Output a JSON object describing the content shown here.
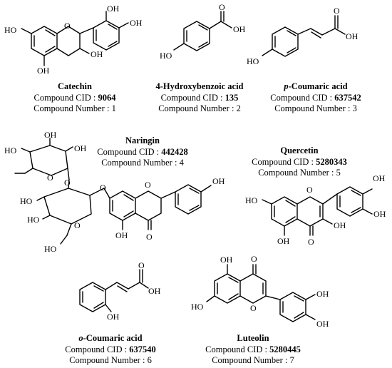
{
  "labels": {
    "cid_prefix": "Compound CID : ",
    "number_prefix": "Compound Number : "
  },
  "compounds": [
    {
      "name_prefix": "",
      "name": "Catechin",
      "cid": "9064",
      "number": "1"
    },
    {
      "name_prefix": "",
      "name": "4-Hydroxybenzoic acid",
      "cid": "135",
      "number": "2"
    },
    {
      "name_prefix": "p",
      "name": "-Coumaric acid",
      "cid": "637542",
      "number": "3"
    },
    {
      "name_prefix": "",
      "name": "Naringin",
      "cid": "442428",
      "number": "4"
    },
    {
      "name_prefix": "",
      "name": "Quercetin",
      "cid": "5280343",
      "number": "5"
    },
    {
      "name_prefix": "o",
      "name": "-Coumaric acid",
      "cid": "637540",
      "number": "6"
    },
    {
      "name_prefix": "",
      "name": "Luteolin",
      "cid": "5280445",
      "number": "7"
    }
  ],
  "atom_labels": {
    "oh": "OH",
    "ho": "HO",
    "o": "O"
  }
}
